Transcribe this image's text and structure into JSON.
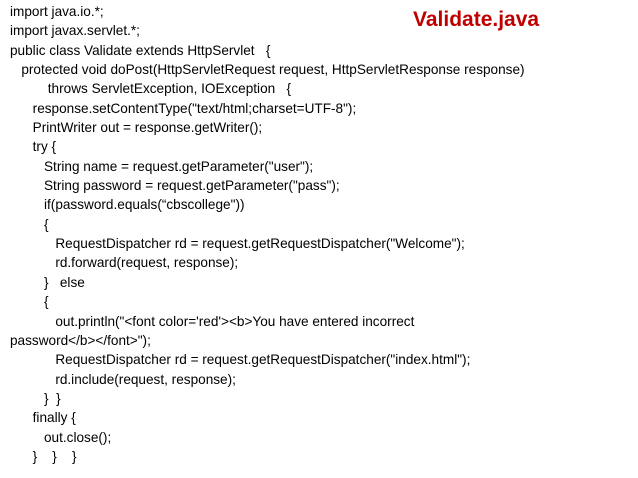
{
  "slide": {
    "title": "Validate.java",
    "title_color": "#c00000",
    "code_lines": [
      "import java.io.*;",
      "import javax.servlet.*;",
      "public class Validate extends HttpServlet   {",
      "   protected void doPost(HttpServletRequest request, HttpServletResponse response)",
      "          throws ServletException, IOException   {",
      "      response.setContentType(\"text/html;charset=UTF-8\");",
      "      PrintWriter out = response.getWriter();",
      "      try {",
      "         String name = request.getParameter(\"user\");",
      "         String password = request.getParameter(\"pass\");",
      "         if(password.equals(“cbscollege\"))",
      "         {",
      "            RequestDispatcher rd = request.getRequestDispatcher(\"Welcome\");",
      "            rd.forward(request, response);",
      "         }   else",
      "         {",
      "            out.println(\"<font color='red'><b>You have entered incorrect",
      "password</b></font>\");",
      "            RequestDispatcher rd = request.getRequestDispatcher(\"index.html\");",
      "            rd.include(request, response);",
      "         }  }",
      "      finally {",
      "         out.close();",
      "      }    }    }"
    ]
  }
}
